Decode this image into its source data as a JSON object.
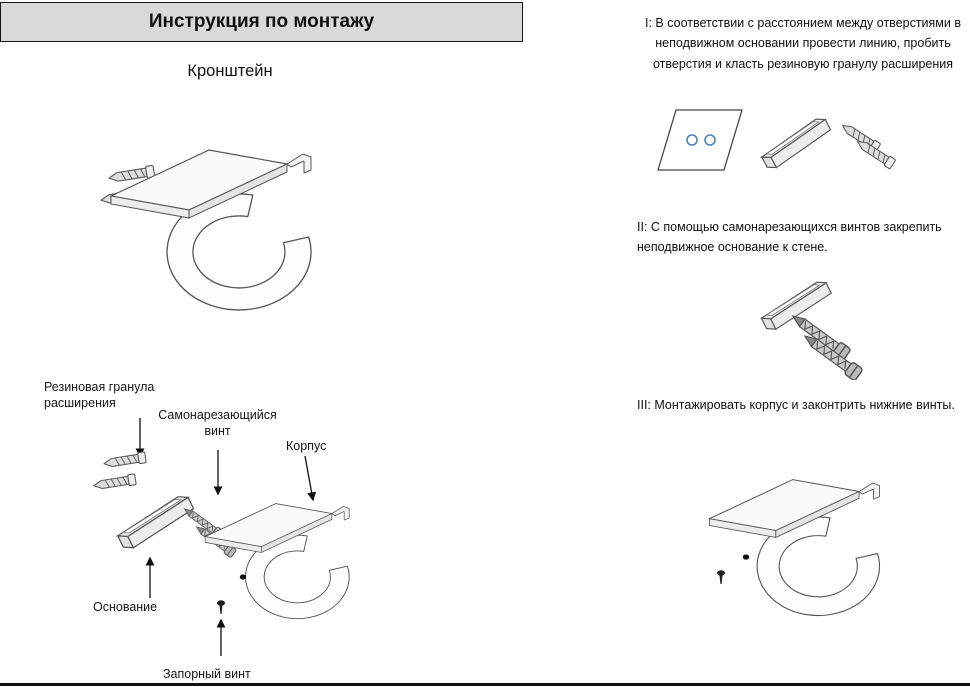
{
  "header": {
    "title": "Инструкция по монтажу"
  },
  "left": {
    "subtitle": "Кронштейн",
    "labels": {
      "rubber_granule": "Резиновая гранула расширения",
      "self_tapping_screw": "Самонарезающийся винт",
      "body": "Корпус",
      "base": "Основание",
      "locking_screw": "Запорный винт"
    }
  },
  "steps": {
    "one": "I: В соответствии с расстоянием между отверстиями в неподвижном основании провести линию, пробить отверстия и класть резиновую гранулу расширения",
    "two": "II: С помощью самонарезающихся винтов закрепить неподвижное основание к стене.",
    "three": "III: Монтажировать корпус и законтрить нижние винты."
  },
  "colors": {
    "hole_accent": "#4f81bd",
    "line": "#555555",
    "header_bg": "#d9d9d9"
  },
  "illustrations": {
    "overview": "bracket-with-anchors",
    "exploded": "exploded-assembly",
    "step1": "plate-base-anchors",
    "step2": "base-with-screws",
    "step3": "assembled-bracket"
  }
}
